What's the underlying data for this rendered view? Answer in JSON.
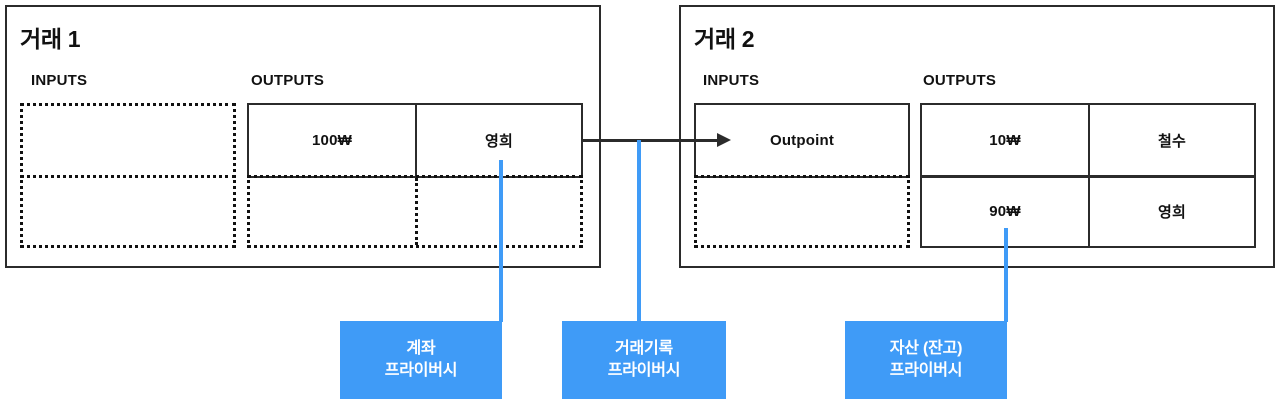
{
  "diagram": {
    "title_hidden": "Bitcoin UTXO transaction privacy diagram",
    "accent_blue": "#3f9bf7",
    "line_color": "#2b2b2b"
  },
  "transactions": [
    {
      "id": "tx1",
      "title": "거래 1",
      "inputs_label": "INPUTS",
      "outputs_label": "OUTPUTS",
      "inputs": {
        "style": "dotted",
        "rows": [
          {
            "style": "dotted",
            "cells": [
              {
                "text": ""
              }
            ]
          },
          {
            "style": "dotted",
            "cells": [
              {
                "text": ""
              }
            ]
          }
        ]
      },
      "outputs": {
        "rows": [
          {
            "style": "solid",
            "cells": [
              {
                "text": "100₩"
              },
              {
                "text": "영희"
              }
            ]
          },
          {
            "style": "dotted",
            "cells": [
              {
                "text": ""
              },
              {
                "text": ""
              }
            ]
          }
        ]
      }
    },
    {
      "id": "tx2",
      "title": "거래 2",
      "inputs_label": "INPUTS",
      "outputs_label": "OUTPUTS",
      "inputs": {
        "rows": [
          {
            "style": "solid",
            "cells": [
              {
                "text": "Outpoint"
              }
            ]
          },
          {
            "style": "dotted",
            "cells": [
              {
                "text": ""
              }
            ]
          }
        ]
      },
      "outputs": {
        "rows": [
          {
            "style": "solid",
            "cells": [
              {
                "text": "10₩"
              },
              {
                "text": "철수"
              }
            ]
          },
          {
            "style": "solid",
            "cells": [
              {
                "text": "90₩"
              },
              {
                "text": "영희"
              }
            ]
          }
        ]
      }
    }
  ],
  "connector": {
    "name": "tx1-output-to-tx2-input-arrow",
    "from": "거래 1 OUTPUTS 영희",
    "to": "거래 2 INPUTS Outpoint"
  },
  "callouts": [
    {
      "id": "account",
      "line1": "계좌",
      "line2": "프라이버시",
      "anchor": "거래 1 OUTPUTS 영희"
    },
    {
      "id": "record",
      "line1": "거래기록",
      "line2": "프라이버시",
      "anchor": "transaction link arrow"
    },
    {
      "id": "asset",
      "line1": "자산 (잔고)",
      "line2": "프라이버시",
      "anchor": "거래 2 OUTPUTS 90₩"
    }
  ]
}
